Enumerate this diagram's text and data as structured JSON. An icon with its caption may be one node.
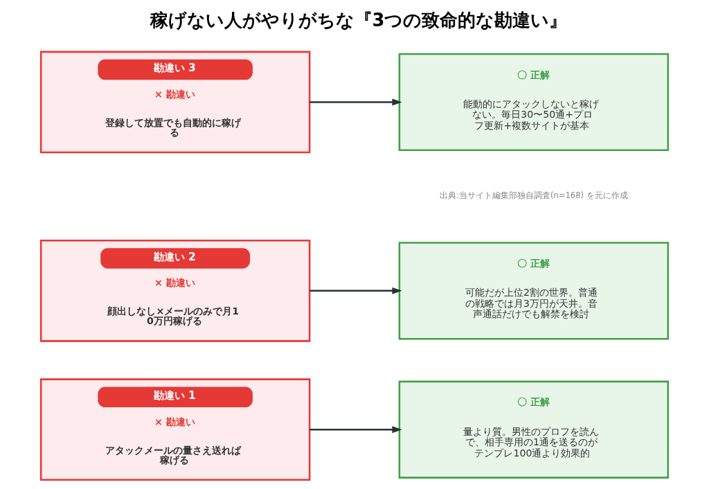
{
  "diagram": {
    "title": "稼げない人がやりがちな『3つの致命的な勘違い』",
    "caption": "出典:当サイト編集部独自調査(n=168) を元に作成",
    "nodes": [
      {
        "text": [
          "勘違い 1",
          "× 勘違い",
          "アタックメールの量さえ送れば稼げる"
        ]
      },
      {
        "text": [
          "〇 正解",
          "量より質。男性のプロフを読んで、相手専用の1通を送るのがテンプレ100通より効果的"
        ]
      },
      {
        "text": [
          "勘違い 2",
          "× 勘違い",
          "顔出しなし×メールのみで月10万円稼げる"
        ]
      },
      {
        "text": [
          "〇 正解",
          "可能だが上位2割の世界。普通の戦略では月3万円が天井。音声通話だけでも解禁を検討"
        ]
      },
      {
        "text": [
          "勘違い 3",
          "× 勘違い",
          "登録して放置でも自動的に稼げる"
        ]
      },
      {
        "text": [
          "〇 正解",
          "能動的にアタックしないと稼げない。毎日30〜50通+プロフ更新+複数サイトが基本"
        ]
      }
    ],
    "edges": [
      {
        "from": 0,
        "to": 1,
        "arrow": "to"
      },
      {
        "from": 2,
        "to": 3,
        "arrow": "to"
      },
      {
        "from": 4,
        "to": 5,
        "arrow": "to"
      }
    ]
  }
}
